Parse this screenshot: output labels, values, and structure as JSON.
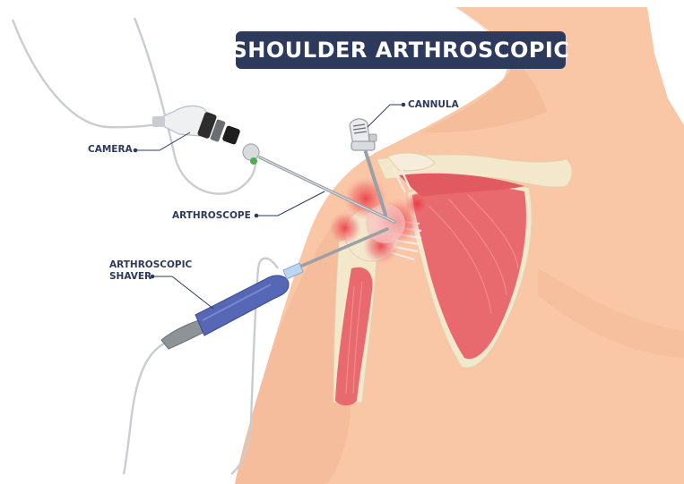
{
  "title": "SHOULDER ARTHROSCOPIC",
  "labels": {
    "camera": "CAMERA",
    "arthroscope": "ARTHROSCOPE",
    "cannula": "CANNULA",
    "shaver_line1": "ARTHROSCOPIC",
    "shaver_line2": "SHAVER"
  },
  "colors": {
    "title_bg": "#2d3a5c",
    "skin": "#f9c6a6",
    "skin_shadow": "#f2b692",
    "muscle": "#e86a6e",
    "bone": "#f3e7cc",
    "shaver_handle": "#5667b5",
    "inflammation": "#e8323c"
  }
}
